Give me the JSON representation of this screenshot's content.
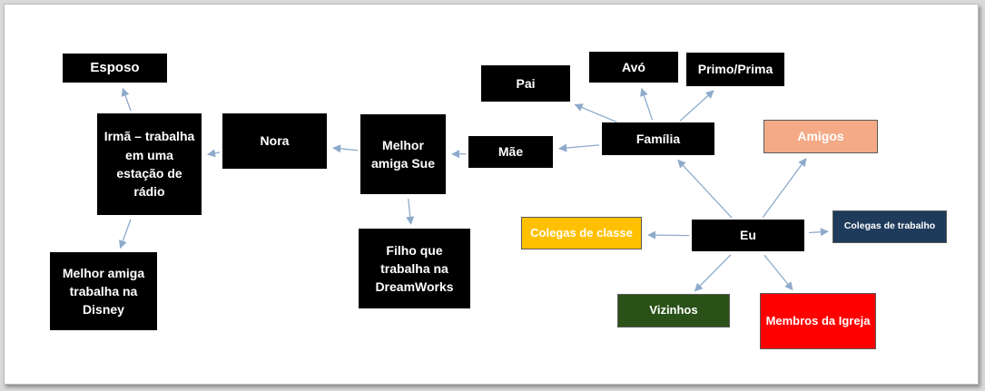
{
  "colors": {
    "node_default": "#000000",
    "connector": "#8eaacb",
    "amigos": "#f4aa86",
    "colegas_de_classe": "#ffc000",
    "colegas_de_trabalho": "#1f3b5c",
    "vizinhos": "#2a5218",
    "membros_da_igreja": "#ff0000"
  },
  "nodes": {
    "esposo": "Esposo",
    "irma": "Irmã – trabalha em uma estação de rádio",
    "nora": "Nora",
    "melhor_amiga_sue": "Melhor amiga Sue",
    "filho": "Filho que trabalha na DreamWorks",
    "melhor_amiga_disney": "Melhor amiga trabalha na Disney",
    "mae": "Mãe",
    "pai": "Pai",
    "avo": "Avó",
    "primo_prima": "Primo/Prima",
    "familia": "Família",
    "amigos": "Amigos",
    "eu": "Eu",
    "colegas_de_classe": "Colegas de classe",
    "colegas_de_trabalho": "Colegas de trabalho",
    "vizinhos": "Vizinhos",
    "membros_da_igreja": "Membros da Igreja"
  },
  "edges": [
    {
      "from": "eu",
      "to": "amigos"
    },
    {
      "from": "eu",
      "to": "familia"
    },
    {
      "from": "eu",
      "to": "colegas_de_classe"
    },
    {
      "from": "eu",
      "to": "colegas_de_trabalho"
    },
    {
      "from": "eu",
      "to": "vizinhos"
    },
    {
      "from": "eu",
      "to": "membros_da_igreja"
    },
    {
      "from": "familia",
      "to": "pai"
    },
    {
      "from": "familia",
      "to": "avo"
    },
    {
      "from": "familia",
      "to": "primo_prima"
    },
    {
      "from": "familia",
      "to": "mae"
    },
    {
      "from": "mae",
      "to": "melhor_amiga_sue"
    },
    {
      "from": "melhor_amiga_sue",
      "to": "nora"
    },
    {
      "from": "melhor_amiga_sue",
      "to": "filho"
    },
    {
      "from": "nora",
      "to": "irma"
    },
    {
      "from": "irma",
      "to": "esposo"
    },
    {
      "from": "irma",
      "to": "melhor_amiga_disney"
    }
  ]
}
